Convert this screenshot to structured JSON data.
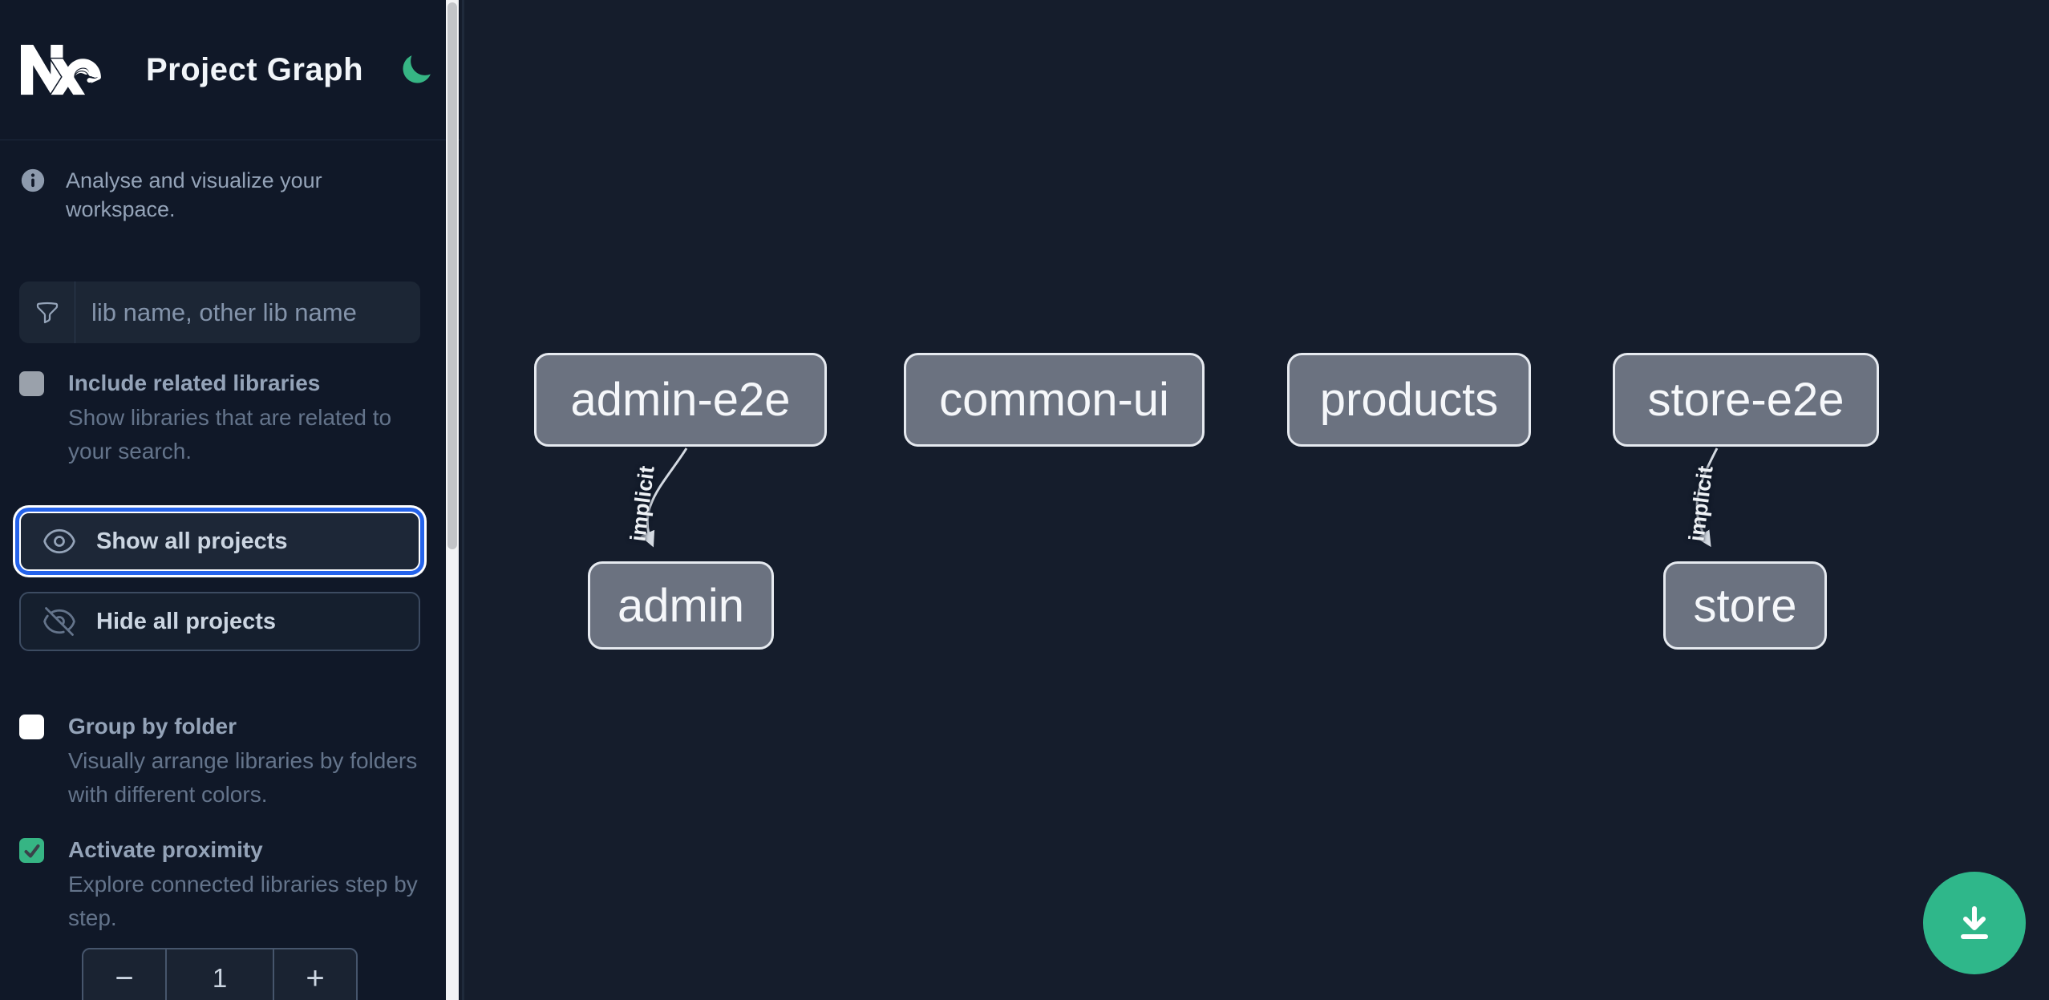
{
  "header": {
    "title": "Project Graph",
    "theme_icon": "moon-icon"
  },
  "sidebar": {
    "info": "Analyse and visualize your workspace.",
    "search_placeholder": "lib name, other lib name",
    "options": [
      {
        "label": "Include related libraries",
        "description": "Show libraries that are related to your search.",
        "checked": false,
        "disabled": true
      },
      {
        "label": "Group by folder",
        "description": "Visually arrange libraries by folders with different colors.",
        "checked": false,
        "disabled": false
      },
      {
        "label": "Activate proximity",
        "description": "Explore connected libraries step by step.",
        "checked": true,
        "disabled": false
      }
    ],
    "buttons": [
      {
        "label": "Show all projects",
        "icon": "eye-icon",
        "focused": true
      },
      {
        "label": "Hide all projects",
        "icon": "eye-slash-icon",
        "focused": false
      }
    ],
    "stepper": {
      "decrement": "−",
      "value": "1",
      "increment": "+"
    }
  },
  "graph": {
    "nodes": [
      {
        "label": "admin-e2e"
      },
      {
        "label": "common-ui"
      },
      {
        "label": "products"
      },
      {
        "label": "store-e2e"
      },
      {
        "label": "admin"
      },
      {
        "label": "store"
      }
    ],
    "edges": [
      {
        "from": "admin-e2e",
        "to": "admin",
        "label": "implicit"
      },
      {
        "from": "store-e2e",
        "to": "store",
        "label": "implicit"
      }
    ]
  },
  "fab": {
    "icon": "download-icon"
  },
  "colors": {
    "accent_green": "#36b584",
    "fab_green": "#2fb78a",
    "focus_ring_blue": "#2563eb",
    "sidebar_bg": "#101828",
    "canvas_bg": "#151d2c",
    "node_fill": "#6b7280",
    "node_border": "#e6eaf0",
    "edge_stroke": "#d4dae2"
  }
}
